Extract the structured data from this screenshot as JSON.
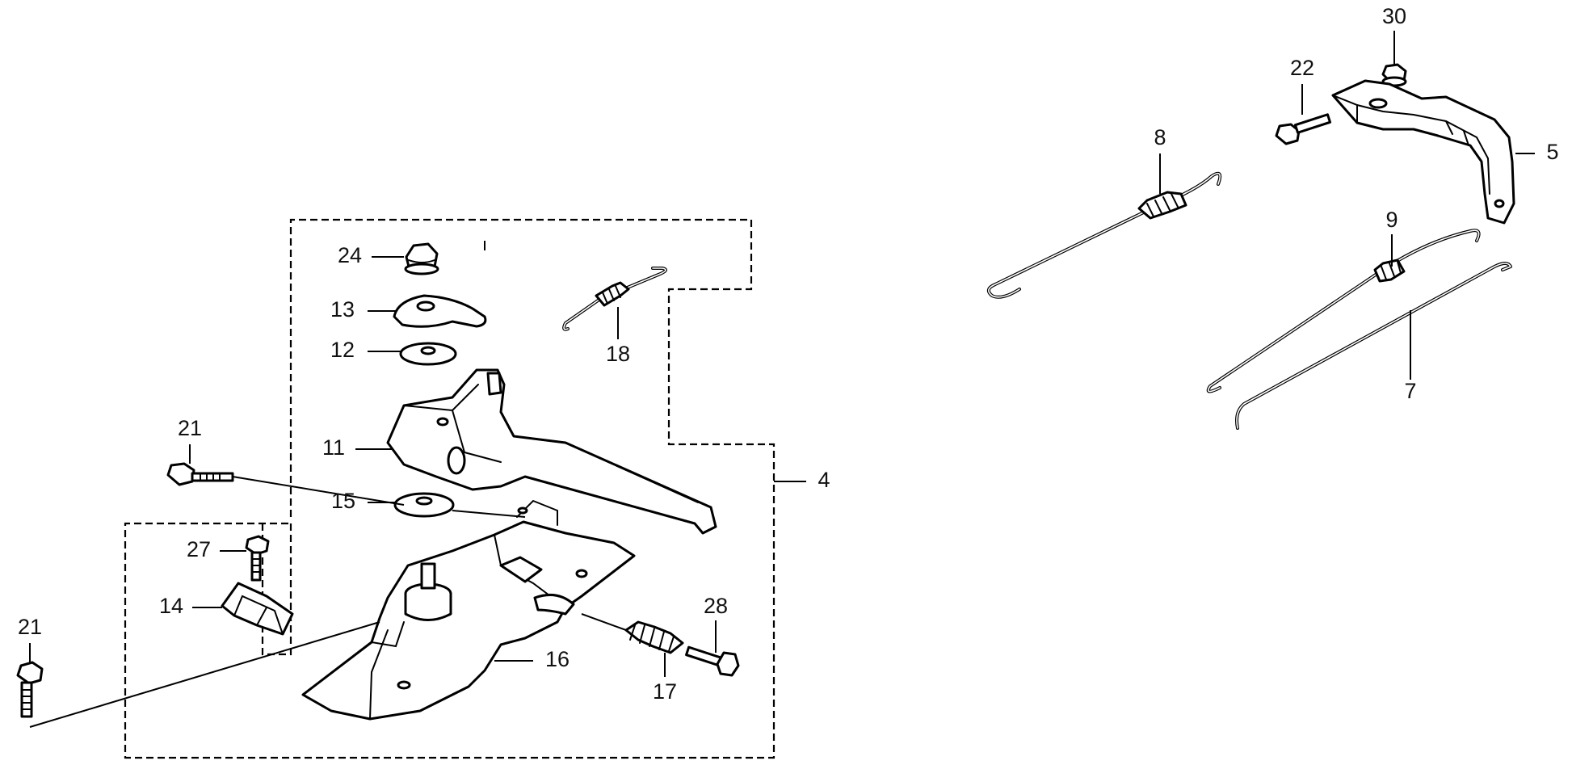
{
  "diagram": {
    "callouts": {
      "c30": "30",
      "c22": "22",
      "c5": "5",
      "c8": "8",
      "c9": "9",
      "c7": "7",
      "c24": "24",
      "c13": "13",
      "c12": "12",
      "c18": "18",
      "c21a": "21",
      "c11": "11",
      "c15": "15",
      "c4": "4",
      "c27": "27",
      "c14": "14",
      "c28": "28",
      "c21b": "21",
      "c16": "16",
      "c17": "17"
    }
  }
}
